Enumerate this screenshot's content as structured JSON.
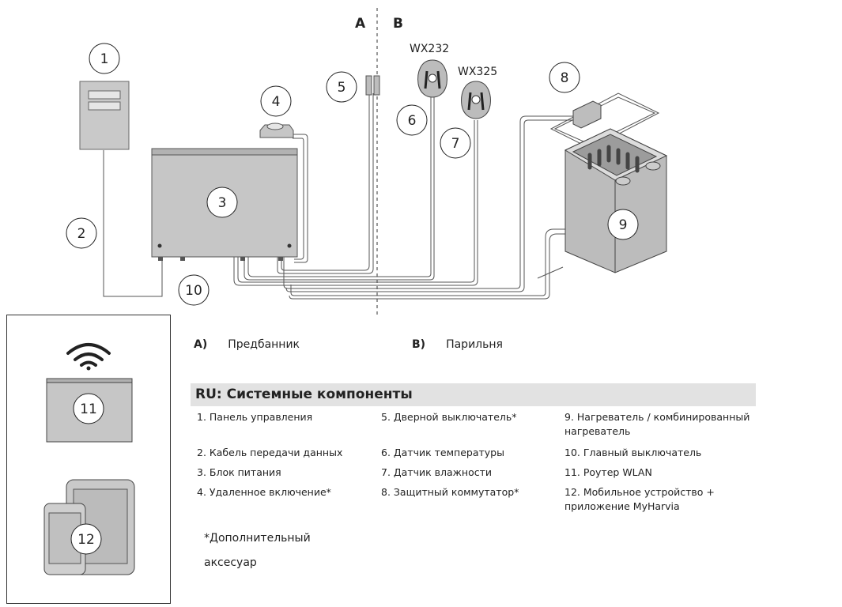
{
  "zones": {
    "a": "A",
    "b": "B"
  },
  "models": {
    "wx232": "WX232",
    "wx325": "WX325"
  },
  "callouts": [
    "1",
    "2",
    "3",
    "4",
    "5",
    "6",
    "7",
    "8",
    "9",
    "10",
    "11",
    "12"
  ],
  "room_legend": {
    "a_key": "A)",
    "a_label": "Предбанник",
    "b_key": "B)",
    "b_label": "Парильня"
  },
  "components": {
    "heading": "RU: Системные компоненты",
    "items": [
      "1. Панель управления",
      "2. Кабель передачи данных",
      "3. Блок питания",
      "4. Удаленное включение*",
      "5. Дверной выключатель*",
      "6. Датчик температуры",
      "7. Датчик влажности",
      "8. Защитный коммутатор*",
      "9. Нагреватель / комбинированный нагреватель",
      "10. Главный выключатель",
      "11. Роутер WLAN",
      "12. Мобильное устройство + приложение MyHarvia"
    ]
  },
  "footnote": {
    "line1": "*Дополнительный",
    "line2": "аксесуар"
  }
}
